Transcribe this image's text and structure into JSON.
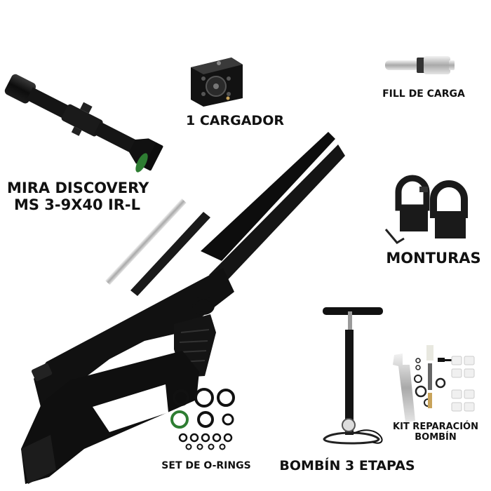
{
  "labels": {
    "scope_line1": "MIRA DISCOVERY",
    "scope_line2": "MS 3-9X40 IR-L",
    "magazine": "1 CARGADOR",
    "fill": "FILL DE CARGA",
    "mounts": "MONTURAS",
    "orings": "SET DE O-RINGS",
    "pump": "BOMBÍN 3 ETAPAS",
    "kit_line1": "KIT REPARACIÓN",
    "kit_line2": "BOMBÍN"
  },
  "colors": {
    "ink": "#111111",
    "accent_green": "#2e7d32",
    "brass": "#c8a35a",
    "background": "#ffffff"
  }
}
